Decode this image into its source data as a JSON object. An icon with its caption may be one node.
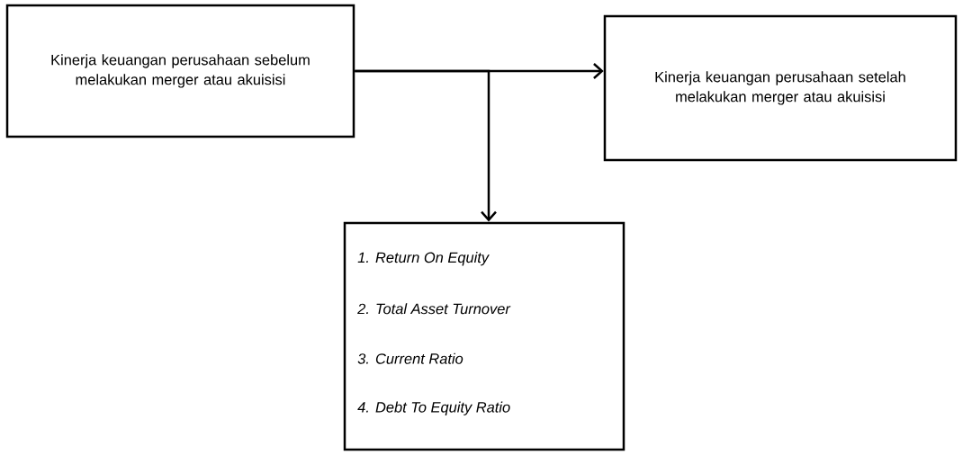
{
  "diagram": {
    "nodes": [
      {
        "text": [
          "Kinerja keuangan perusahaan sebelum melakukan merger atau akuisisi"
        ]
      },
      {
        "text": [
          "Kinerja keuangan perusahaan setelah melakukan merger atau akuisisi"
        ]
      },
      {
        "text": [
          "1. Return On Equity",
          "2. Total Asset Turnover",
          "3. Current Ratio",
          "4. Debt To Equity Ratio"
        ]
      }
    ],
    "edges": [
      {
        "from": 0,
        "to": 1,
        "arrow": "to"
      },
      {
        "from": 0,
        "to": 2,
        "arrow": "to"
      }
    ]
  }
}
